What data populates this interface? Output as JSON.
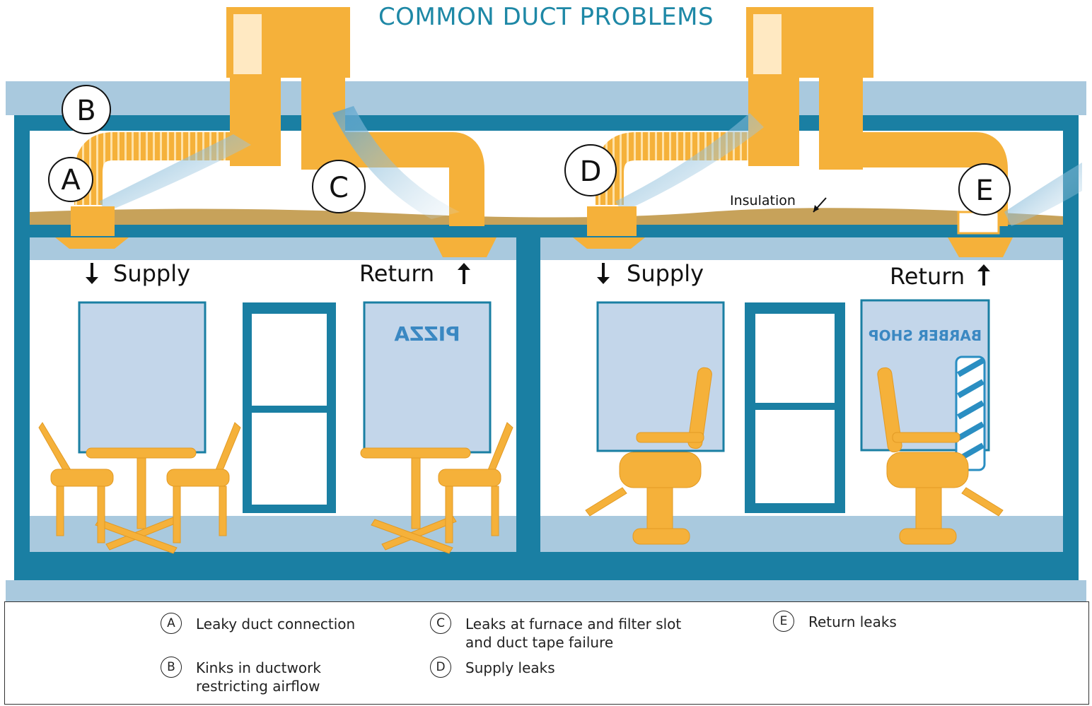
{
  "title": "COMMON DUCT PROBLEMS",
  "labels": {
    "insulation": "Insulation",
    "supply_left": "Supply",
    "return_left": "Return",
    "supply_right": "Supply",
    "return_right": "Return",
    "pizza_sign": "PIZZA",
    "barber_sign": "BARBER SHOP"
  },
  "callouts": [
    "A",
    "B",
    "C",
    "D",
    "E"
  ],
  "legend": [
    {
      "letter": "A",
      "text": "Leaky duct connection"
    },
    {
      "letter": "B",
      "text": "Kinks in ductwork\nrestricting airflow"
    },
    {
      "letter": "C",
      "text": "Leaks at furnace and filter slot\n and duct tape failure"
    },
    {
      "letter": "D",
      "text": "Supply leaks"
    },
    {
      "letter": "E",
      "text": "Return leaks"
    }
  ],
  "colors": {
    "accent": "#1e88a6",
    "wall": "#1a7fa3",
    "duct": "#f5b13a",
    "sky": "#a9c9de",
    "window": "#c3d6ea"
  }
}
